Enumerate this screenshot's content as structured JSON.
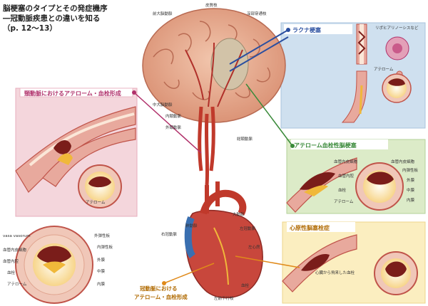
{
  "title": {
    "line1": "脳梗塞のタイプとその発症機序",
    "line2": "―冠動脈疾患との違いを知る",
    "line3": "（p. 12～13）"
  },
  "brain_labels": {
    "cerebral_cortex": "皮質枝",
    "anterior_cerebral": "前大脳動脈",
    "perforating": "深部穿通枝",
    "middle_cerebral": "中大脳動脈",
    "internal_carotid": "内頸動脈",
    "external_carotid": "外頸動脈",
    "common_carotid": "総頸動脈"
  },
  "panels": {
    "lacunar": {
      "title": "ラクナ梗塞",
      "lipohyalinosis": "リポヒアリノーシスなど",
      "atheroma": "アテローム"
    },
    "carotid": {
      "title": "頸動脈におけるアテローム・血栓形成",
      "atheroma": "アテローム"
    },
    "atherothrombotic": {
      "title": "アテローム血栓性脳梗塞",
      "intima_thickening": "血管内皮細胞",
      "vessel_lumen": "血管内腔",
      "thrombus": "血栓",
      "atheroma": "アテローム",
      "endothelium": "血管内皮細胞",
      "internal_elastic": "内弾性板",
      "adventitia": "外膜",
      "media": "中膜",
      "intima": "内膜"
    },
    "cardioembolic": {
      "title": "心原性脳塞栓症",
      "thrombus_from_heart": "心臓から飛来した血栓"
    },
    "coronary": {
      "title_line1": "冠動脈における",
      "title_line2": "アテローム・血栓形成",
      "vasa_vasorum": "vasa vasorum",
      "endothelium": "血管内皮細胞",
      "vessel_lumen": "血管内腔",
      "thrombus": "血栓",
      "atheroma": "アテローム",
      "external_elastic": "外弾性板",
      "internal_elastic": "内弾性板",
      "adventitia": "外膜",
      "media": "中膜",
      "intima": "内膜"
    }
  },
  "heart_labels": {
    "aorta": "大動脈",
    "left_coronary": "左冠動脈",
    "right_coronary": "右冠動脈",
    "pulmonary": "肺動脈",
    "left_atrium": "左心房",
    "thrombus": "血栓",
    "lad": "左前下行枝"
  },
  "colors": {
    "panel_pink": "#f4d6dc",
    "panel_blue": "#cfe0ef",
    "panel_green": "#dcebc8",
    "panel_yellow": "#fbeec0",
    "artery": "#c6473a",
    "plaque": "#7a1d1a",
    "lumen": "#fff6e8",
    "brain": "#e8b296",
    "blue_line": "#2a4fa0",
    "green_line": "#3a8a3a",
    "magenta_line": "#b0306a",
    "orange_line": "#e08a1a"
  }
}
